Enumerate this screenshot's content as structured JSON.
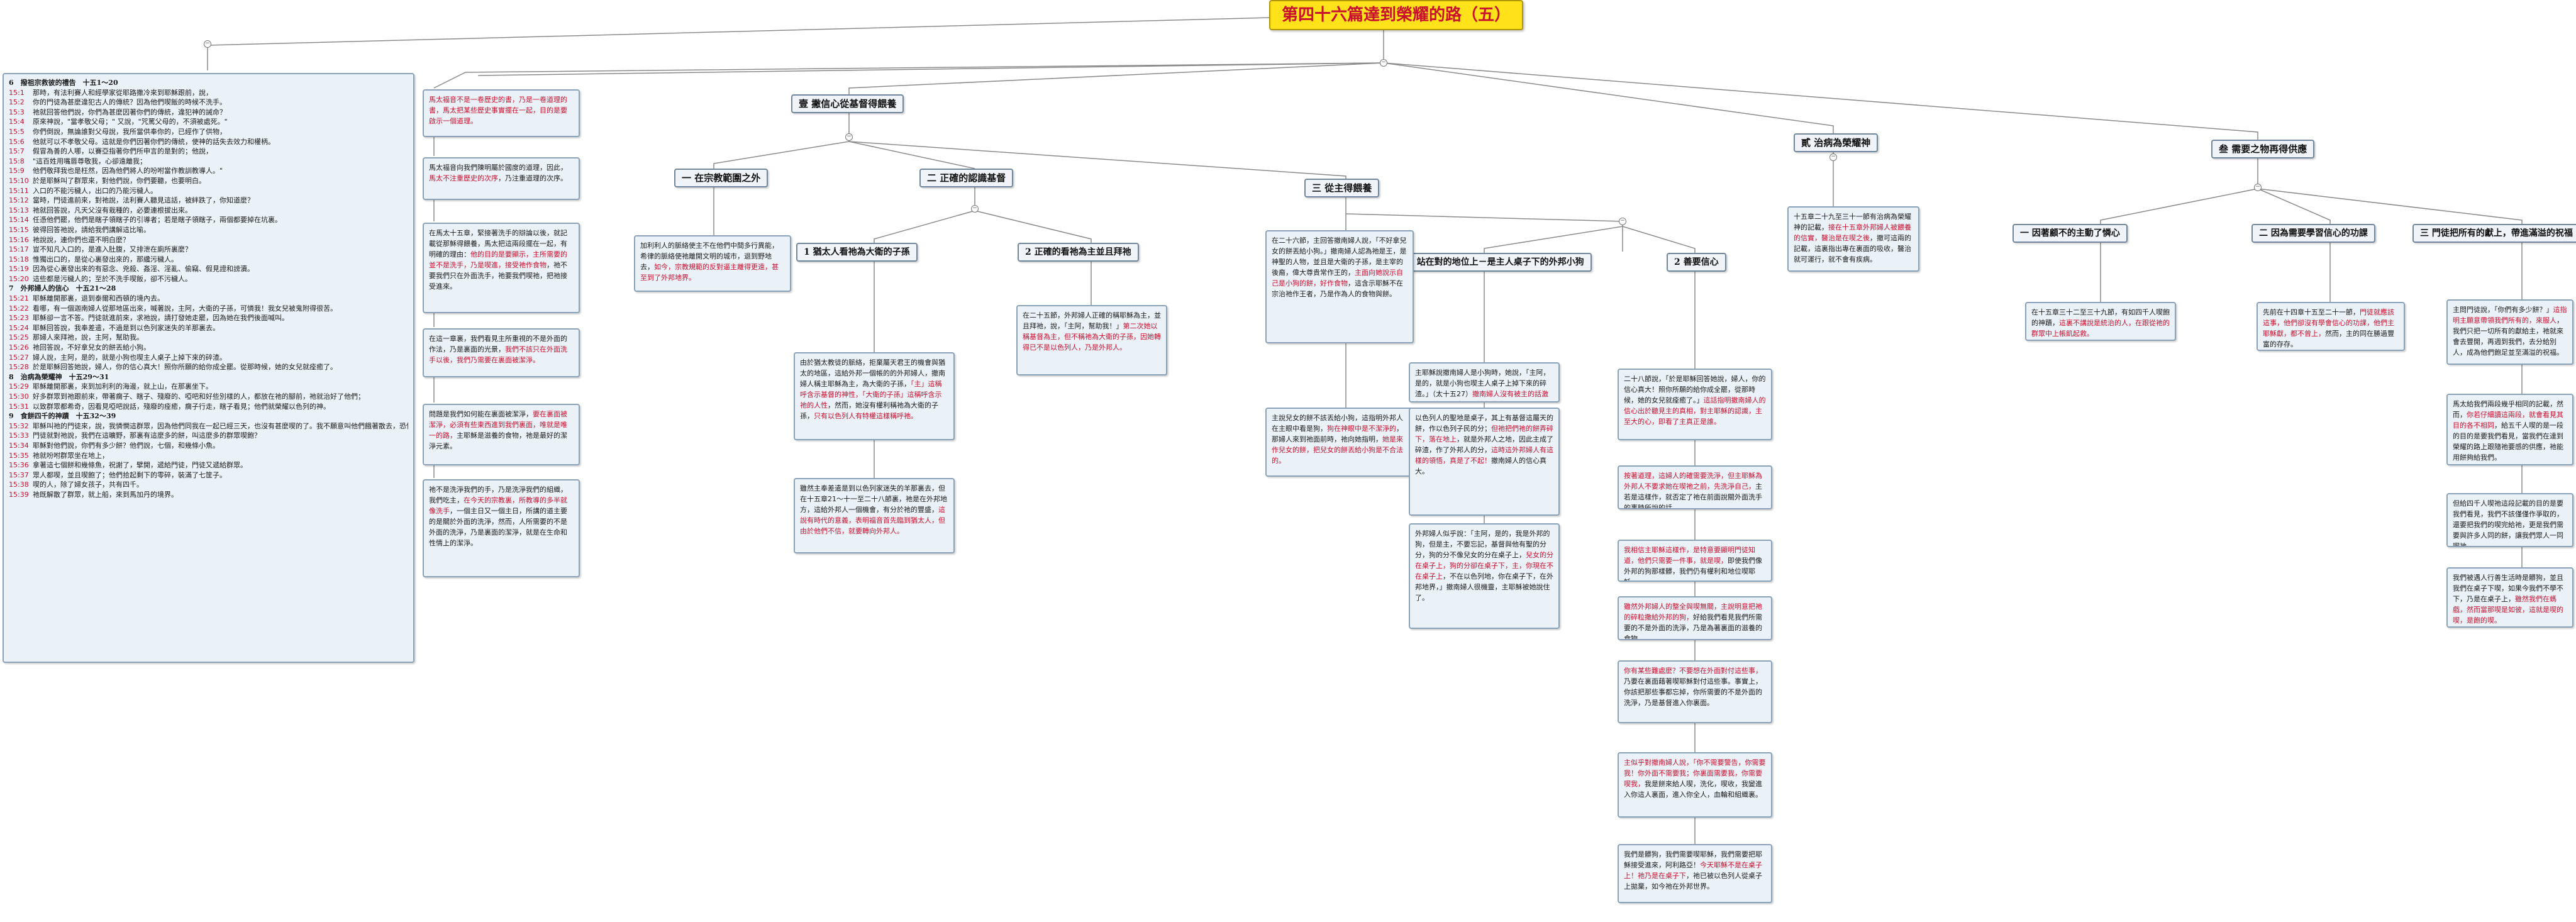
{
  "root": {
    "title": "第四十六篇達到榮耀的路（五）"
  },
  "outline": {
    "sections": [
      {
        "heading": "6　撥祖宗救彼的禮告　十五1～20",
        "lines": [
          {
            "v": "15:1",
            "t": "那時，有法利賽人和經學家從耶路撒冷來到耶穌跟前，說，"
          },
          {
            "v": "15:2",
            "t": "你的門徒為甚麼違犯古人的傳統？因為他們喫飯的時候不洗手。"
          },
          {
            "v": "15:3",
            "t": "祂就回答他們說，你們為甚麼因著你們的傳統，違犯神的誡命？"
          },
          {
            "v": "15:4",
            "t": "原來神說，\"當孝敬父母；\" 又說，\"咒罵父母的，不須被處死。\""
          },
          {
            "v": "15:5",
            "t": "你們倒說，無論誰對父母說，我所當供奉你的，已經作了供物，"
          },
          {
            "v": "15:6",
            "t": "他就可以不孝敬父母。這就是你們因著你們的傳統，使神的話失去效力和權柄。"
          },
          {
            "v": "15:7",
            "t": "假冒為善的人哪，以賽亞指著你們所申言的是對的；他說，"
          },
          {
            "v": "15:8",
            "t": "\"這百姓用嘴唇尊敬我，心卻遠離我；"
          },
          {
            "v": "15:9",
            "t": "他們敬拜我也是枉然，因為他們將人的吩咐當作教訓教導人。\""
          },
          {
            "v": "15:10",
            "t": "於是耶穌叫了群眾來，對他們說，你們要聽，也要明白。"
          },
          {
            "v": "15:11",
            "t": "入口的不能污穢人，出口的乃能污穢人。"
          },
          {
            "v": "15:12",
            "t": "當時，門徒進前來，對祂說，法利賽人聽見這話，被絆跌了，你知道麼？"
          },
          {
            "v": "15:13",
            "t": "祂就回答說，凡天父沒有栽種的，必要連根拔出來。"
          },
          {
            "v": "15:14",
            "t": "任憑他們罷，他們是瞎子領瞎子的引導者；若是瞎子領瞎子，兩個都要掉在坑裏。"
          },
          {
            "v": "15:15",
            "t": "彼得回答祂說，請給我們講解這比喻。"
          },
          {
            "v": "15:16",
            "t": "祂說說，連你們也還不明白麼？"
          },
          {
            "v": "15:17",
            "t": "豈不知凡入口的，是進入肚腹，又排泄在廁所裏麼？"
          },
          {
            "v": "15:18",
            "t": "惟獨出口的，是從心裏發出來的，那纔污穢人。"
          },
          {
            "v": "15:19",
            "t": "因為從心裏發出來的有惡念、兇殺、姦淫、淫亂、偷竊、假見證和謗瀆。"
          },
          {
            "v": "15:20",
            "t": "這些都是污穢人的；至於不洗手喫飯，卻不污穢人。"
          }
        ]
      },
      {
        "heading": "7　外邦婦人的信心　十五21～28",
        "lines": [
          {
            "v": "15:21",
            "t": "耶穌離開那裏，退到泰爾和西頓的境內去。"
          },
          {
            "v": "15:22",
            "t": "看哪，有一個迦南婦人從那地區出來，喊著說，主阿，大衛的子孫，可憐我！我女兒被鬼附得很苦。"
          },
          {
            "v": "15:23",
            "t": "耶穌卻一言不答。門徒就進前來，求祂說，請打發她走罷，因為她在我們後面喊叫。"
          },
          {
            "v": "15:24",
            "t": "耶穌回答說，我奉差遣，不過是到以色列家迷失的羊那裏去。"
          },
          {
            "v": "15:25",
            "t": "那婦人來拜祂，說，主阿，幫助我。"
          },
          {
            "v": "15:26",
            "t": "祂回答說，不好拿兒女的餅丟給小狗。"
          },
          {
            "v": "15:27",
            "t": "婦人說，主阿，是的，就是小狗也喫主人桌子上掉下來的碎渣。"
          },
          {
            "v": "15:28",
            "t": "於是耶穌回答她說，婦人，你的信心真大！照你所願的給你成全罷。從那時候，她的女兒就痊癒了。"
          }
        ]
      },
      {
        "heading": "8　治病為榮耀神　十五29～31",
        "lines": [
          {
            "v": "15:29",
            "t": "耶穌離開那裏，來到加利利的海邊，就上山，在那裏坐下。"
          },
          {
            "v": "15:30",
            "t": "好多群眾到祂跟前來，帶著瘸子、瞎子、殘廢的、啞吧和好些別樣的人，都放在祂的腳前，祂就治好了他們；"
          },
          {
            "v": "15:31",
            "t": "以致群眾都希奇，因看見啞吧說話，殘廢的痊癒，瘸子行走，瞎子看見；他們就榮耀以色列的神。"
          }
        ]
      },
      {
        "heading": "9　食餅四千的神蹟　十五32～39",
        "lines": [
          {
            "v": "15:32",
            "t": "耶穌叫祂的門徒來，說，我憐憫這群眾，因為他們同我在一起已經三天，也沒有甚麼喫的了。我不願意叫他們餓著散去，恐怕他們在路上困乏。"
          },
          {
            "v": "15:33",
            "t": "門徒就對祂說，我們在這曠野，那裏有這麼多的餅，叫這麼多的群眾喫飽？"
          },
          {
            "v": "15:34",
            "t": "耶穌對他們說，你們有多少餅？他們說，七個，和幾條小魚。"
          },
          {
            "v": "15:35",
            "t": "祂就吩咐群眾坐在地上，"
          },
          {
            "v": "15:36",
            "t": "拿著這七個餅和幾條魚，祝謝了，擘開，遞給門徒，門徒又遞給群眾。"
          },
          {
            "v": "15:37",
            "t": "眾人都喫，並且喫飽了；他們拾起剩下的零碎，裝滿了七筐子。"
          },
          {
            "v": "15:38",
            "t": "喫的人，除了婦女孩子，共有四千。"
          },
          {
            "v": "15:39",
            "t": "祂既解散了群眾，就上船，來到馬加丹的境界。"
          }
        ]
      }
    ]
  },
  "topics": {
    "t1": "壹 撇信心從基督得餵養",
    "t1a": "一 在宗教範圍之外",
    "t1b": "二 正確的認識基督",
    "t1b1": "1 猶太人看祂為大衛的子孫",
    "t1b2": "2 正確的看祂為主並且拜祂",
    "t1c": "三 從主得餵養",
    "t1c1": "1 站在對的地位上－是主人桌子下的外邦小狗",
    "t1c2": "2 善要信心",
    "t2": "貳 治病為榮耀神",
    "t3": "叁 需要之物再得供應",
    "t3a": "一 因著顧不的主動了憐心",
    "t3b": "二 因為需要學習信心的功課",
    "t3c": "三 門徒把所有的獻上，帶進滿溢的祝福"
  },
  "notes": {
    "a1": {
      "red": "馬太福音不是一卷歷史的書，乃是一卷道理的書，馬太把某些歷史事實擺在一起，目的是要啟示一個道理。"
    },
    "a2": {
      "black": "馬太福音向我們陳明屬於國度的道理，因此，",
      "red": "馬太不注重歷史的次序",
      "black2": "，乃注重道理的次序。"
    },
    "a3": {
      "black": "在馬太十五章，緊接著洗手的辯論以後，就記載從那穌得餵養，馬太把這兩段擺在一起，有明確的理由：",
      "red": "他的目的是要顯示，主所需要的並不是洗手，乃是喫進，接受祂作食物",
      "black2": "，祂不要我們只在外面洗手，祂要我們喫祂，把祂接受進來。"
    },
    "a4": {
      "black": "在這一章裏，我們看見主所重視的不是外面的作法，乃是裏面的光景，",
      "red": "我們不該只在外面洗手以後，我們乃需要在裏面被潔淨。"
    },
    "a5": {
      "black": "問題是我們如何能在裏面被潔淨，",
      "red": "要在裏面被潔淨，必須有些東西進到我們裏面，唯就是唯一的路，",
      "black2": "主耶穌是滋養的食物，祂是最好的潔淨元素。"
    },
    "a6": {
      "black": "祂不是洗淨我們的手，乃是洗淨我們的組織，我們吃主，",
      "red": "在今天的宗教裏，所教導的多半就像洗手",
      "black2": "，一個主日又一個主日，所講的道主要的是關於外面的洗淨，然而，人所需要的不是外面的洗淨，乃是裏面的潔淨，就是在生命和性情上的潔淨。"
    },
    "b1": {
      "black": "加利利人的脈絡使主不在他們中間多行異能，希律的脈絡使祂離開文明的城市，退到野地去，",
      "red": "如今，宗教規範的反對逼主離得更遠，甚至到了外邦地界。"
    },
    "b2": {
      "black": "由於猶太教徒的脈絡，拒棄屬天君王的機會與猶太的地區，這給外邦一個帳的的外邦婦人，撤南婦人稱主耶穌為主，為大衛的子孫，",
      "red": "「主」這稱呼含示基督的神性，「大衛的子孫」這稱呼含示祂的人性",
      "black2": "，然而，她沒有權利稱祂為大衛的子孫，",
      "red2": "只有以色列人有特權這樣稱呼祂。"
    },
    "b3": {
      "black": "雖然主奉差遣是到以色列家迷失的羊那裏去，但在十五章21～十一至二十八節裏，祂是在外邦地方，這給外邦人一個機會，有分於祂的豐盛，",
      "red": "這說有時代的意義，表明福音首先臨到猶太人，但由於他們不信，就要轉向外邦人。"
    },
    "b4": {
      "black": "在二十五節，外邦婦人正確的稱耶穌為主，並且拜祂，說，「主阿，幫助我！」",
      "red": "第二次她以稱基督為主，但不稱祂為大衛的子孫，因她轉得已不是以色列人，乃是外邦人。"
    },
    "c0": {
      "black": "在二十六節，主回答撤南婦人說，「不好拿兒女的餅丟給小狗。」撤南婦人認為祂是王，是神聖的人物，並且是大衛的子孫，是主宰的後裔，偉大尊貴常作王的，",
      "red": "主面向她說示自己是小狗的餅，好作食物",
      "black2": "，這含示耶穌不在宗治祂作王者，乃是作為人的食物與餅。"
    },
    "c1": {
      "black": "主說兒女的餅不該丟給小狗，這指明外邦人在主眼中看是狗，",
      "red": "狗在神眼中是不潔淨的",
      "black2": "，那婦人來到祂面前時，祂向她指明，",
      "red2": "她是來作兒女的餅，把兒女的餅丟給小狗是不合法的。"
    },
    "c1a": {
      "black": "主耶穌說撤南婦人是小狗時，她說，「主阿，是的，就是小狗也喫主人桌子上掉下來的碎渣。」（太十五27）",
      "red": "撤南婦人沒有被主的話激怒，反頓承認自己是外邦的狗。"
    },
    "c1b": {
      "black": "以色列人的聖地是桌子，其上有基督這屬天的餅，作以色列子民的分；",
      "red": "但祂把們祂的餅弄碎下，落在地上",
      "black2": "，就是外邦人之地，因此主成了碎渣，作了外邦人的分，",
      "red2": "這時這外邦婦人有這樣的領悟，真是了不起！",
      "black3": "撤南婦人的信心真大。"
    },
    "c1c": {
      "black": "外邦婦人似乎說：「主阿，是的，我是外邦的狗，但是主，不要忘記，基督與他有聖的分分，狗的分不像兒女的分在桌子上，",
      "red": "兒女的分在桌子上，狗的分卻在桌子下，主，你現在不在桌子上",
      "black2": "，不在以色列地，你在桌子下，在外邦地界，」撤南婦人很機靈，主耶穌被她說住了。"
    },
    "c2a": {
      "black": "二十八節說，「於是耶穌回答她說，婦人，你的信心真大！照你所願的給你成全罷，從那時候，她的女兒就痊癒了。」",
      "red": "這話指明撤南婦人的信心出於聽見主的真相，對主耶穌的認識，主至大的心，即看了主真正是誰。"
    },
    "c2b": {
      "red": "按著道理，這婦人的確需要洗淨，但主耶穌為外邦人不要求她在喫祂之前，先洗淨自己，",
      "black": "主若是這樣作，就否定了祂在前面說關外面洗手的事時所說的話。"
    },
    "c2c": {
      "red": "我相信主耶穌這樣作，是特意要顯明門徒知道，他們只需要一件事，就是喫，",
      "black": "即使我們像外邦的狗那樣髒，我們仍有權利和地位喫耶穌。"
    },
    "c2d": {
      "red": "雖然外邦婦人的整全與喫無關，主說明意把祂的碎粒撒給外邦的狗，",
      "black": "好給我們看見我們所需要的不是外面的洗淨，乃是為著裏面的滋養的食物。"
    },
    "c2e": {
      "red": "你有某些難處麼？不要想在外面對付這些事，",
      "black": "乃要在裏面藉著喫耶穌對付這些事。事實上，你該把那些事都忘掉，你所需要的不是外面的洗淨，乃是基督進入你裏面。"
    },
    "c2f": {
      "red": "主似乎對撤南婦人說，「你不需要警告，你需要我！你外面不需要我；你裏面需要我，你需要喫我，",
      "black": "我是餅來給人喫，洗化，喫收，我變進入你這人裏面，進入你全人，血輪和組織裏。"
    },
    "c2g": {
      "black": "我們是髒狗，我們需要喫耶穌，我們需要把耶穌接受進來，阿利路亞！",
      "red": "今天耶穌不是在桌子上！祂乃是在桌子下",
      "black2": "，祂已被以色列人從桌子上拋棄，如今祂在外邦世界。"
    },
    "d1": {
      "black": "十五章二十九至三十一節有治病為榮耀神的記載，",
      "red": "接在十五章外邦婦人被餵養的信實，醫治是在喫之後",
      "black2": "，撤可這兩的記載，這裏指出專在裏面的吸收，醫治就可運行，就不會有疾病。"
    },
    "e1": {
      "black": "在十五章三十二至三十九節，有如四千人喫飽的神蹟，",
      "red": "這裏不講說是統治的人，在跟從祂的群眾中上帳飢起救。"
    },
    "e2": {
      "black": "先前在十四章十五至二十一節，",
      "red": "門徒就應該這事，他們卻沒有學會信心的功課，他們主耶穌獻，都不曾上，",
      "black2": "然而，主的同在勝過豐富的存存。"
    },
    "e3a": {
      "black": "主問門徒說，「你們有多少餅？」",
      "red": "這指明主願意帶領我們所有的，來服人",
      "black2": "，我們只把一切所有的獻給主，祂就來會去豐開，再週到我們，去分給別人，成為他們飽足並至滿溢的祝福。"
    },
    "e3b": {
      "black": "馬太給我們兩段幾乎相同的記載，然而，",
      "red": "你若仔細讀這兩段，就會看見其目的各不相同",
      "black2": "，給五千人喫的是一段的目的是要我們看見，當我們在達到榮耀的路上跟隨祂要感的供應，祂能用餅夠給我們。"
    },
    "e3c": {
      "black": "但給四千人喫祂這段記載的目的是要我們看見，我們不該僅僅作爭取的，還要把我們的喫完給祂，更是我們需要與許多人同的餅，讓我們眾人一同喫祂。"
    },
    "e3d": {
      "black": "我們被遇人行善生活時是髒狗，並且我們在桌子下喫，如果今我們不學不下，乃是在桌子上，",
      "red": "雖然我們在螞戲，然而當那喫是如彼，這就是喫的喫，是飽的喫。"
    }
  }
}
